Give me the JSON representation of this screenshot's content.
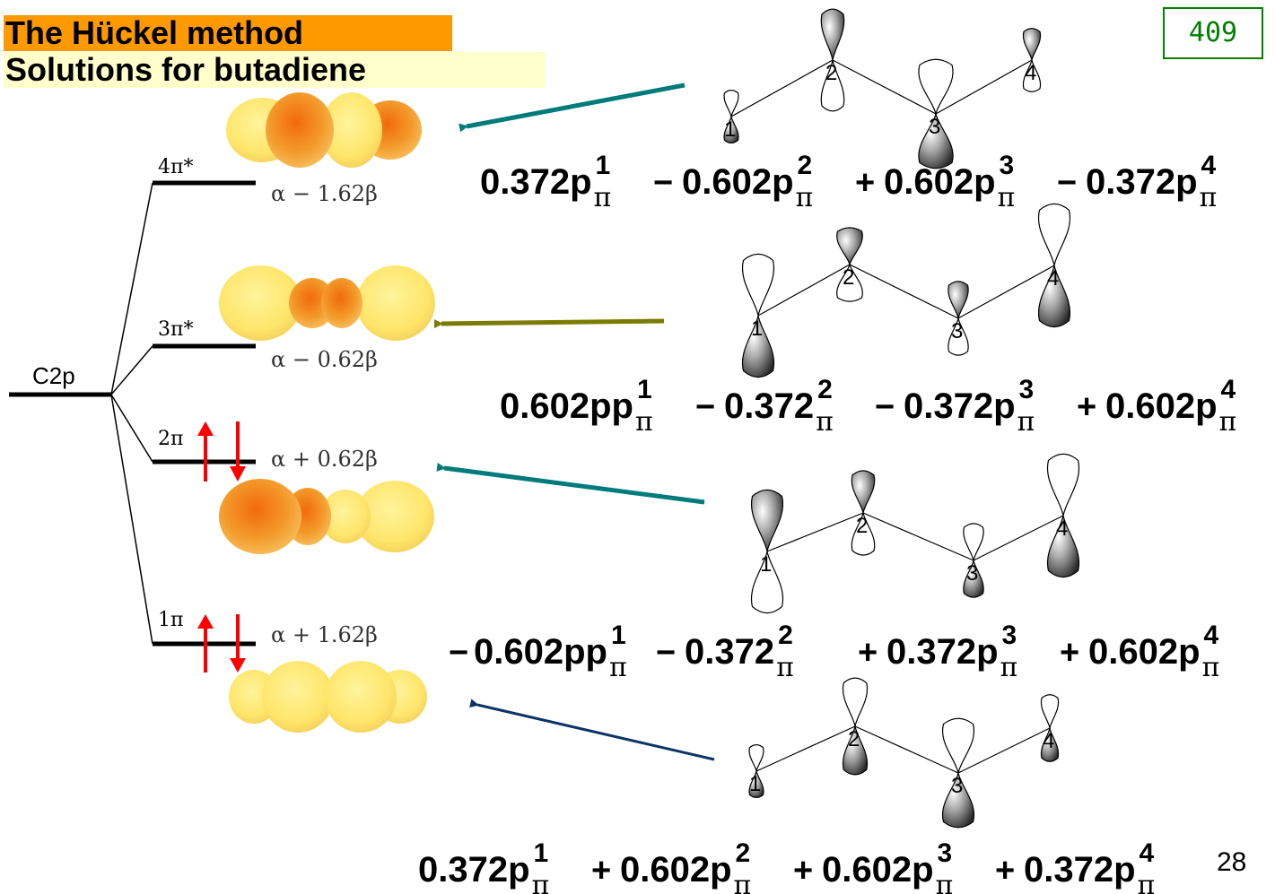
{
  "header": {
    "title": "The Hückel method",
    "subtitle": "Solutions for butadiene",
    "page_box": "409",
    "slide_number": "28"
  },
  "diagram": {
    "atomic_level": "C2p",
    "levels": [
      {
        "name": "4π*",
        "energy": "α − 1.62β",
        "electrons": 0
      },
      {
        "name": "3π*",
        "energy": "α − 0.62β",
        "electrons": 0
      },
      {
        "name": "2π",
        "energy": "α + 0.62β",
        "electrons": 2
      },
      {
        "name": "1π",
        "energy": "α + 1.62β",
        "electrons": 2
      }
    ],
    "atom_labels": [
      "1",
      "2",
      "3",
      "4"
    ],
    "equations": [
      {
        "terms": [
          {
            "sign": "",
            "coef": "0.372p",
            "sup": "1",
            "sub": "π"
          },
          {
            "sign": "−",
            "coef": "0.602p",
            "sup": "2",
            "sub": "π"
          },
          {
            "sign": "+",
            "coef": "0.602p",
            "sup": "3",
            "sub": "π"
          },
          {
            "sign": "−",
            "coef": "0.372p",
            "sup": "4",
            "sub": "π"
          }
        ]
      },
      {
        "terms": [
          {
            "sign": "",
            "coef": "0.602pp",
            "sup": "1",
            "sub": "π"
          },
          {
            "sign": "−",
            "coef": "0.372",
            "sup": "2",
            "sub": "π"
          },
          {
            "sign": "−",
            "coef": "0.372p",
            "sup": "3",
            "sub": "π"
          },
          {
            "sign": "+",
            "coef": "0.602p",
            "sup": "4",
            "sub": "π"
          }
        ]
      },
      {
        "terms": [
          {
            "sign": "−",
            "coef": "0.602pp",
            "sup": "1",
            "sub": "π"
          },
          {
            "sign": "−",
            "coef": "0.372",
            "sup": "2",
            "sub": "π"
          },
          {
            "sign": "+",
            "coef": "0.372p",
            "sup": "3",
            "sub": "π"
          },
          {
            "sign": "+",
            "coef": "0.602p",
            "sup": "4",
            "sub": "π"
          }
        ]
      },
      {
        "terms": [
          {
            "sign": "",
            "coef": "0.372p",
            "sup": "1",
            "sub": "π"
          },
          {
            "sign": "+",
            "coef": "0.602p",
            "sup": "2",
            "sub": "π"
          },
          {
            "sign": "+",
            "coef": "0.602p",
            "sup": "3",
            "sub": "π"
          },
          {
            "sign": "+",
            "coef": "0.372p",
            "sup": "4",
            "sub": "π"
          }
        ]
      }
    ]
  },
  "colors": {
    "title_bg": "#ff9900",
    "subtitle_bg": "#ffffcc",
    "page_box": "#008000",
    "arrow_teal": "#007b7b",
    "arrow_olive": "#7b7b00",
    "arrow_navy": "#0b3466",
    "electron": "#ff0000",
    "orb_light": "#ffe96b",
    "orb_dark": "#f07a10"
  }
}
